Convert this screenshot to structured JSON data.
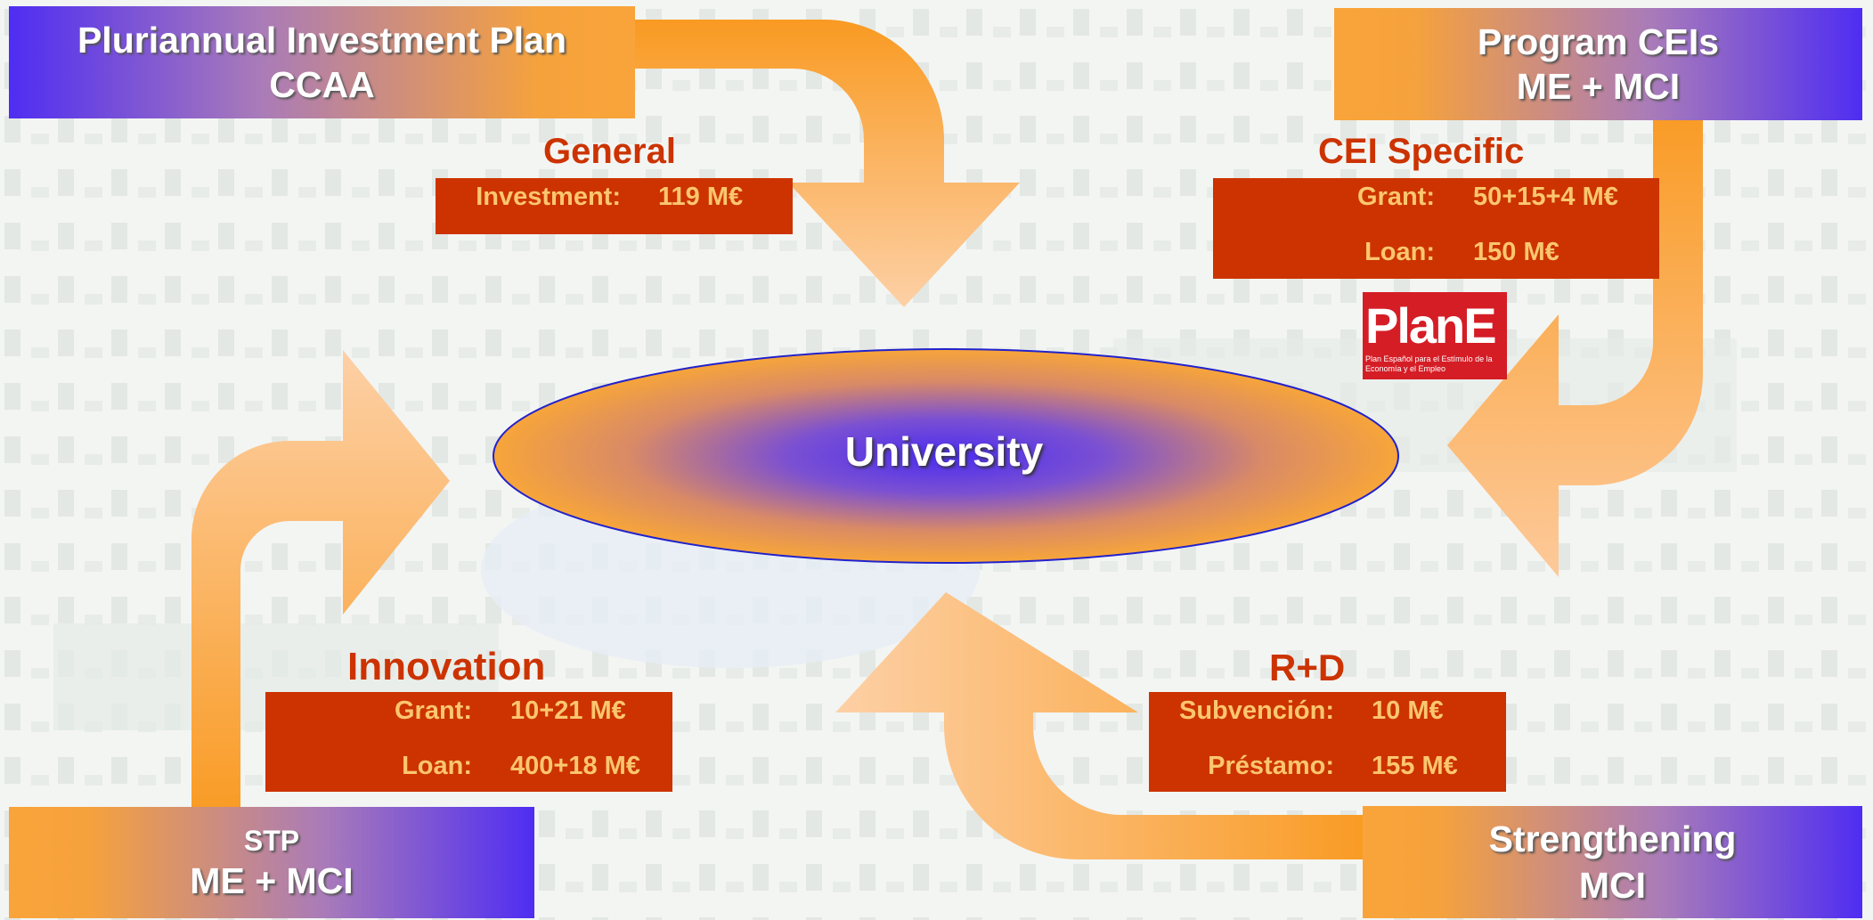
{
  "boxes": {
    "top_left": {
      "line1": "Pluriannual Investment Plan",
      "line2": "CCAA"
    },
    "top_right": {
      "line1": "Program CEIs",
      "line2": "ME + MCI"
    },
    "bottom_left": {
      "line1": "STP",
      "line2": "ME + MCI"
    },
    "bottom_right": {
      "line1": "Strengthening",
      "line2": "MCI"
    }
  },
  "center": {
    "label": "University"
  },
  "flows": {
    "general": {
      "title": "General",
      "rows": [
        {
          "label": "Investment:",
          "value": "119 M€"
        }
      ]
    },
    "cei_specific": {
      "title": "CEI Specific",
      "rows": [
        {
          "label": "Grant:",
          "value": "50+15+4 M€"
        },
        {
          "label": "Loan:",
          "value": "150 M€"
        }
      ]
    },
    "innovation": {
      "title": "Innovation",
      "rows": [
        {
          "label": "Grant:",
          "value": "10+21 M€"
        },
        {
          "label": "Loan:",
          "value": "400+18 M€"
        }
      ]
    },
    "rd": {
      "title": "R+D",
      "rows": [
        {
          "label": "Subvención:",
          "value": "10 M€"
        },
        {
          "label": "Préstamo:",
          "value": "155 M€"
        }
      ]
    }
  },
  "logo": {
    "name": "PlanE",
    "text": "PlanE",
    "subtitle": "Plan Español para el Estímulo de la Economía y el Empleo"
  },
  "colors": {
    "panel": "#cc3300",
    "panel_text": "#fbc66e",
    "title_text": "#cc3300",
    "arrow_light": "#fdc99a",
    "arrow_dark": "#f99a22",
    "ellipse_center": "#4b2df0",
    "ellipse_edge": "#f7a53a"
  }
}
